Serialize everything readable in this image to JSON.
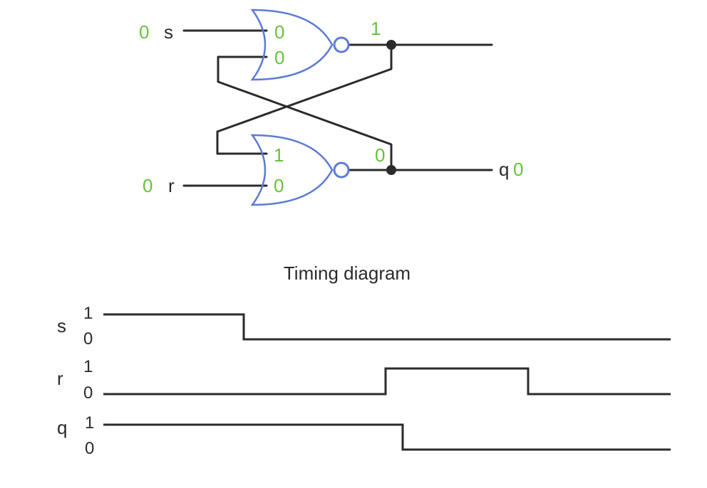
{
  "colors": {
    "wire": "#2b2b2b",
    "gate": "#5b7bd5",
    "value": "#66c33a",
    "text": "#2b2b2b"
  },
  "circuit": {
    "inputs": {
      "s_label": "s",
      "s_value": "0",
      "r_label": "r",
      "r_value": "0"
    },
    "top_gate": {
      "in1": "0",
      "in2": "0",
      "out": "1"
    },
    "bottom_gate": {
      "in1": "1",
      "in2": "0",
      "out": "0"
    },
    "output": {
      "label": "q",
      "value": "0"
    }
  },
  "timing": {
    "title": "Timing diagram",
    "signals": [
      {
        "name": "s",
        "high_label": "1",
        "low_label": "0",
        "levels": [
          1,
          0,
          0,
          0
        ]
      },
      {
        "name": "r",
        "high_label": "1",
        "low_label": "0",
        "levels": [
          0,
          0,
          1,
          0
        ]
      },
      {
        "name": "q",
        "high_label": "1",
        "low_label": "0",
        "levels": [
          1,
          1,
          0,
          0
        ]
      }
    ]
  }
}
